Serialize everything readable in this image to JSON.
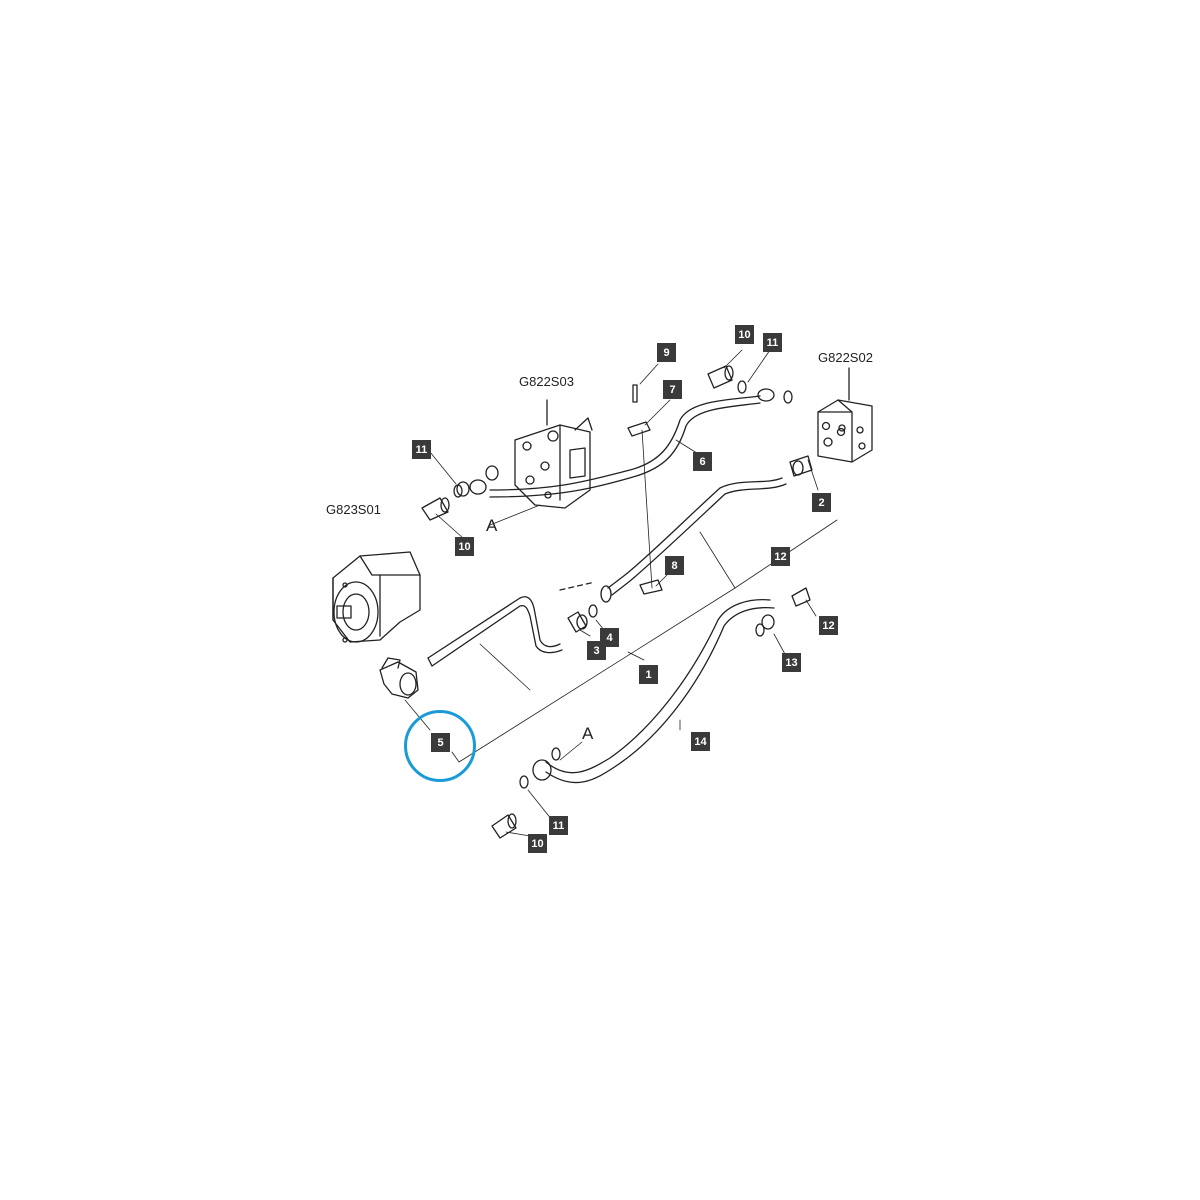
{
  "assemblies": {
    "valve_block": "G822S03",
    "manifold": "G822S02",
    "pump": "G823S01"
  },
  "view_marks": {
    "a_upper": "A",
    "a_lower": "A"
  },
  "callouts": {
    "c1": "1",
    "c2": "2",
    "c3": "3",
    "c4": "4",
    "c5": "5",
    "c6": "6",
    "c7": "7",
    "c8": "8",
    "c9": "9",
    "c10_top": "10",
    "c10_left": "10",
    "c10_bottom": "10",
    "c11_top": "11",
    "c11_left": "11",
    "c11_bottom": "11",
    "c12_mid": "12",
    "c12_right": "12",
    "c13": "13",
    "c14": "14"
  },
  "highlight": {
    "part": "5",
    "color": "#1a9bd7"
  },
  "colors": {
    "callout_bg": "#3a3a3a",
    "line": "#222222"
  }
}
